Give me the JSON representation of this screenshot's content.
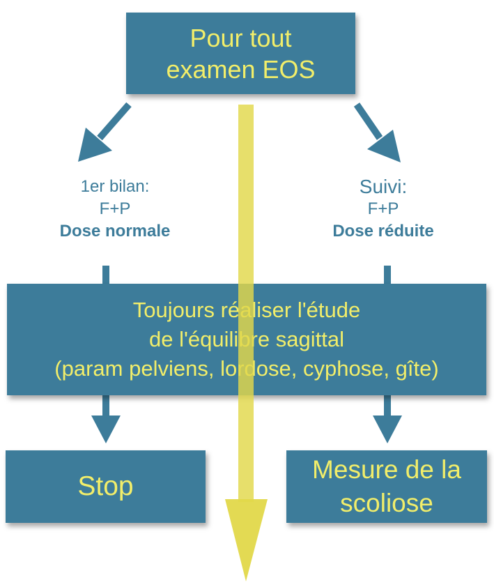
{
  "colors": {
    "box": "#3d7c9a",
    "box_text": "#f2ee6a",
    "yellow_arrow": "#e2d84a",
    "label_text": "#3d7c9a"
  },
  "top_box": {
    "line1": "Pour tout",
    "line2": "examen EOS"
  },
  "left_branch": {
    "line1": "1er bilan:",
    "line2": "F+P",
    "line3": "Dose normale"
  },
  "right_branch": {
    "line1": "Suivi:",
    "line2": "F+P",
    "line3": "Dose réduite"
  },
  "middle_box": {
    "line1": "Toujours réaliser l'étude",
    "line2": "de l'équilibre sagittal",
    "line3": "(param pelviens, lordose, cyphose, gîte)"
  },
  "stop_box": {
    "label": "Stop"
  },
  "mesure_box": {
    "line1": "Mesure de la",
    "line2": "scoliose"
  }
}
